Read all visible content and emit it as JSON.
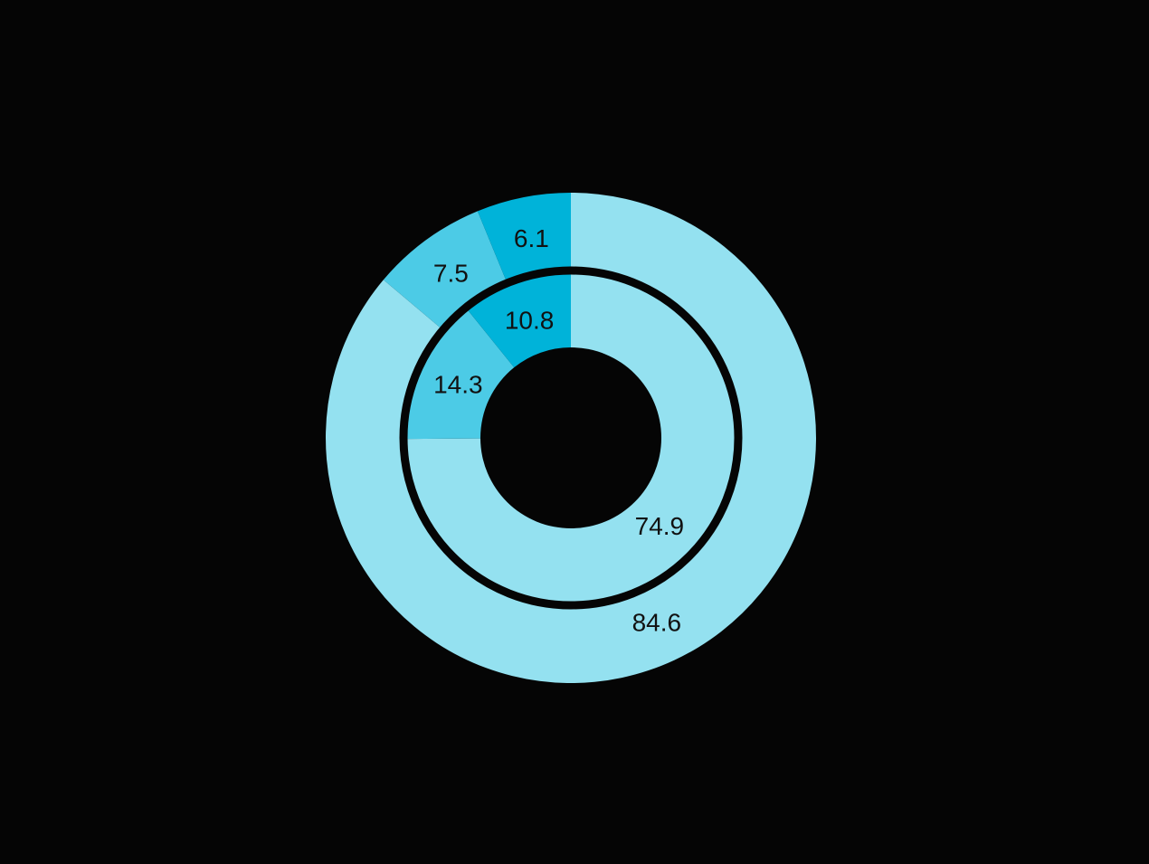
{
  "chart_data": {
    "type": "pie",
    "style": "nested-donut",
    "rings": [
      {
        "ring": "outer",
        "slices": [
          {
            "label": "84.6",
            "value": 84.6,
            "color": "#94e1f0"
          },
          {
            "label": "7.5",
            "value": 7.5,
            "color": "#4ccbe6"
          },
          {
            "label": "6.1",
            "value": 6.1,
            "color": "#00b3d9"
          }
        ]
      },
      {
        "ring": "inner",
        "slices": [
          {
            "label": "74.9",
            "value": 74.9,
            "color": "#94e1f0"
          },
          {
            "label": "14.3",
            "value": 14.3,
            "color": "#4ccbe6"
          },
          {
            "label": "10.8",
            "value": 10.8,
            "color": "#00b3d9"
          }
        ]
      }
    ],
    "start_angle": "12 o'clock",
    "direction": "clockwise",
    "label_color": "#111111",
    "background": "#050505",
    "legend": "none"
  }
}
